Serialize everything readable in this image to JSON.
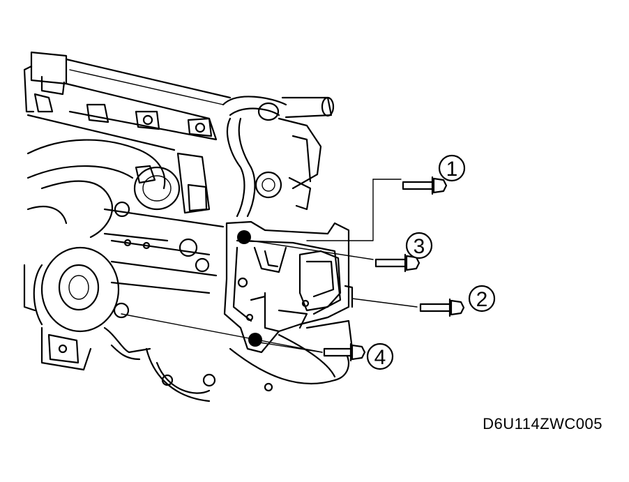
{
  "callouts": [
    {
      "id": "1",
      "label": "1"
    },
    {
      "id": "2",
      "label": "2"
    },
    {
      "id": "3",
      "label": "3"
    },
    {
      "id": "4",
      "label": "4"
    }
  ],
  "figure_code": "D6U114ZWC005"
}
